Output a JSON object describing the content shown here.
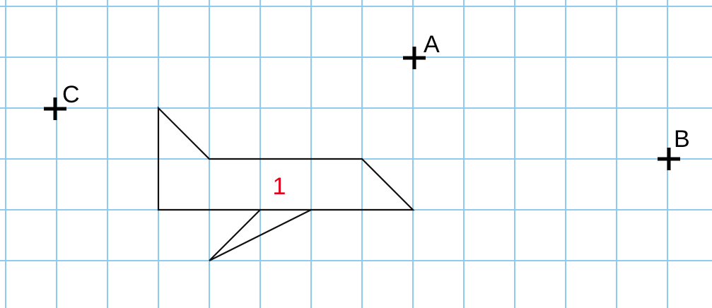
{
  "grid": {
    "line_color": "#8fcbef",
    "background": "#ffffff"
  },
  "shape": {
    "label": "1",
    "label_color": "#e3001b",
    "stroke_color": "#111111"
  },
  "points": [
    {
      "label": "A"
    },
    {
      "label": "B"
    },
    {
      "label": "C"
    }
  ]
}
